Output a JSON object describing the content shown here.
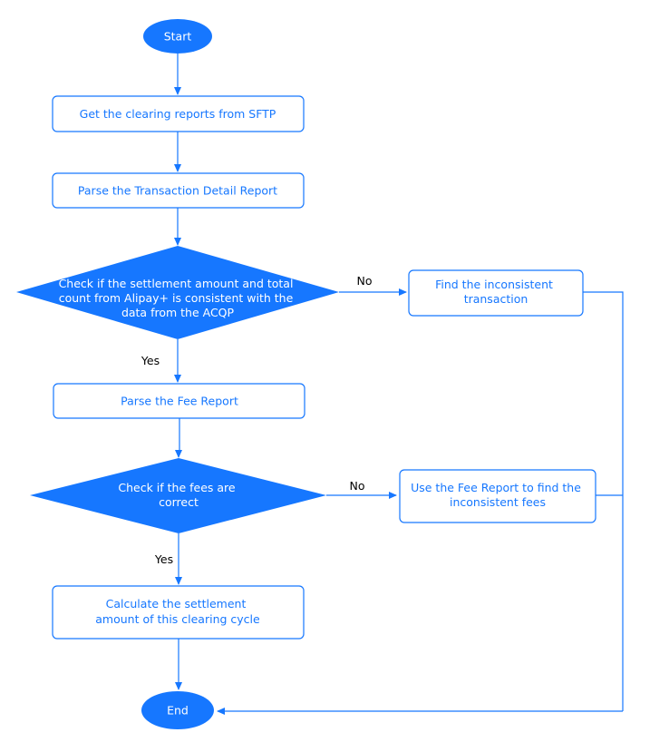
{
  "colors": {
    "accent": "#1677ff",
    "box_text": "#1677ff",
    "shape_text": "#ffffff",
    "branch_label": "#000000"
  },
  "nodes": {
    "start": "Start",
    "get_reports": "Get the clearing reports from SFTP",
    "parse_detail": "Parse the Transaction  Detail Report",
    "check_amount": [
      "Check if the settlement amount and total",
      "count from Alipay+ is consistent with the",
      "data from the ACQP"
    ],
    "find_inconsistent": [
      "Find the inconsistent",
      "transaction"
    ],
    "parse_fee": "Parse the Fee Report",
    "check_fees": [
      "Check if the fees are",
      "correct"
    ],
    "use_fee_report": [
      "Use the Fee Report to find the",
      "inconsistent  fees"
    ],
    "calculate": [
      "Calculate the settlement",
      "amount of this clearing cycle"
    ],
    "end": "End"
  },
  "labels": {
    "no_1": "No",
    "yes_1": "Yes",
    "no_2": "No",
    "yes_2": "Yes"
  }
}
